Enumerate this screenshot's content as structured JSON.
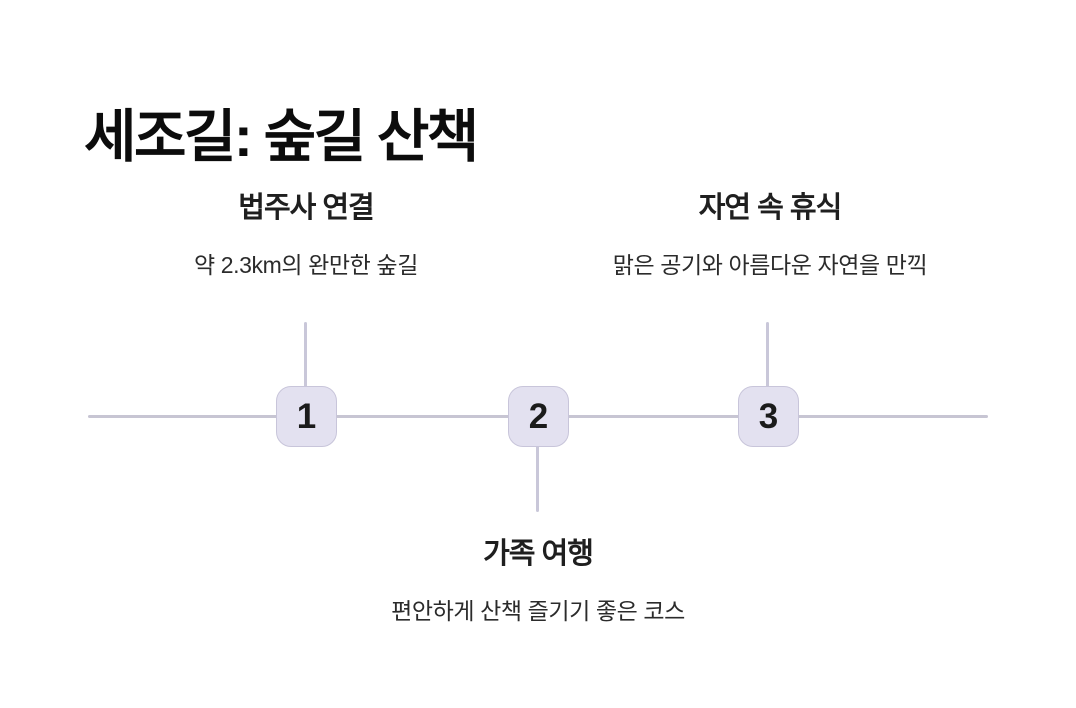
{
  "page": {
    "title": "세조길: 숲길 산책"
  },
  "timeline": {
    "type": "horizontal-milestone-timeline",
    "milestones": [
      {
        "number": "1",
        "title": "법주사 연결",
        "description": "약 2.3km의 완만한 숲길",
        "label_position": "above"
      },
      {
        "number": "2",
        "title": "가족 여행",
        "description": "편안하게 산책 즐기기 좋은 코스",
        "label_position": "below"
      },
      {
        "number": "3",
        "title": "자연 속 휴식",
        "description": "맑은 공기와 아름다운 자연을 만끽",
        "label_position": "above"
      }
    ]
  },
  "colors": {
    "background": "#ffffff",
    "node_fill": "#e3e1f0",
    "node_border": "#c8c5da",
    "timeline_line": "#c7c5d3",
    "connector_line": "#c9c7d9",
    "title_text": "#0c0c0c",
    "milestone_title_text": "#1f1f1f",
    "milestone_description_text": "#2b2b2b"
  }
}
